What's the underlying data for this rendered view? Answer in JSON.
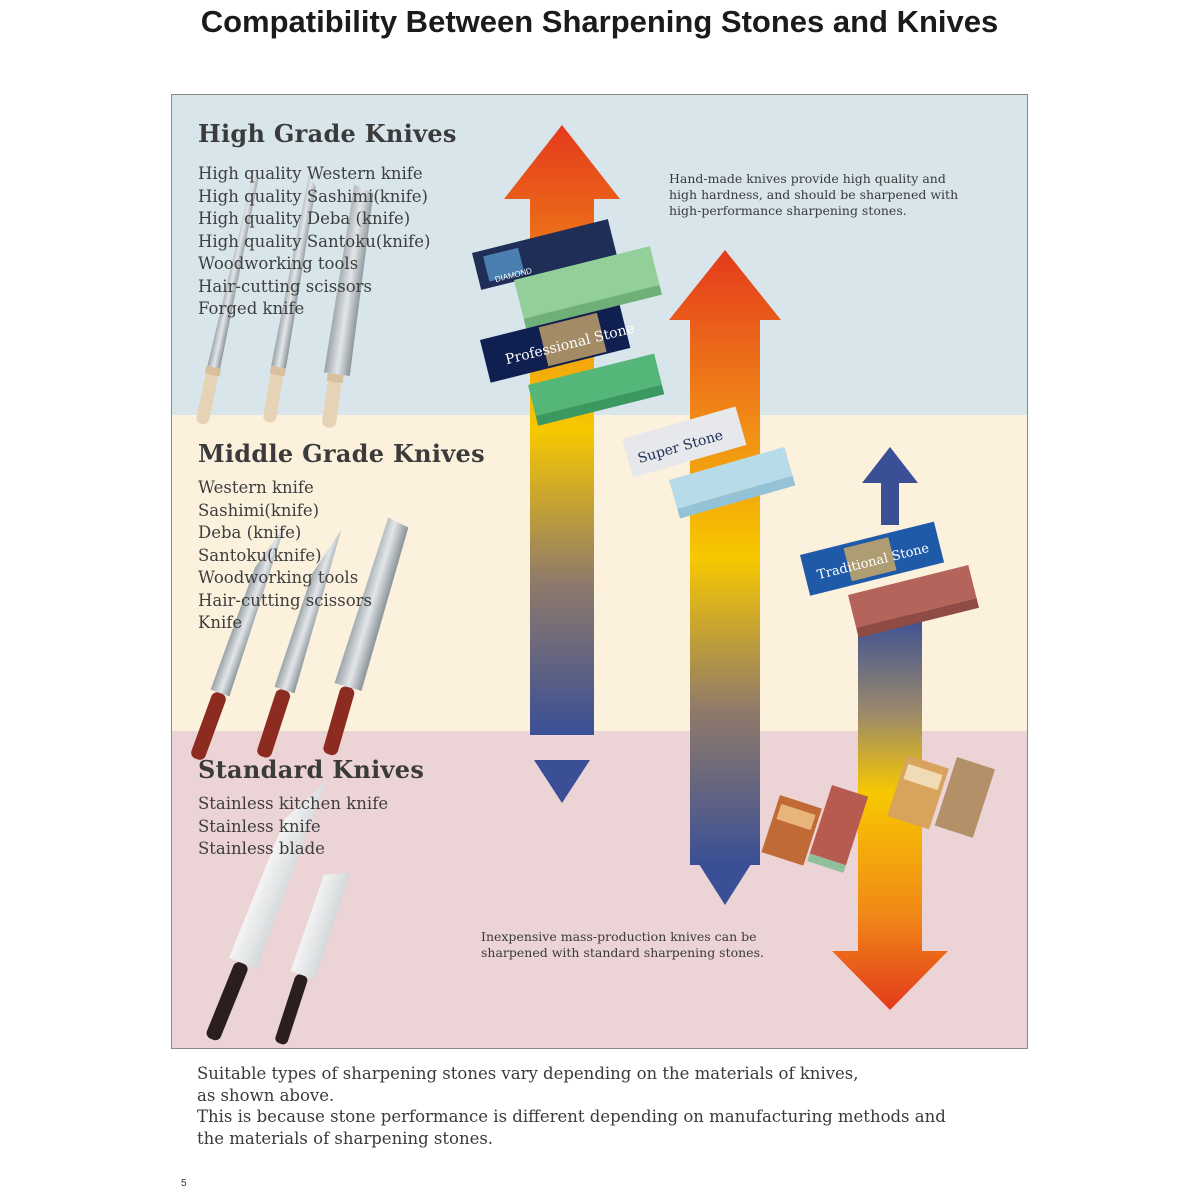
{
  "title": "Compatibility Between Sharpening Stones and Knives",
  "sections": {
    "high": {
      "heading": "High Grade Knives",
      "items": [
        "High quality Western knife",
        "High quality Sashimi(knife)",
        "High quality Deba (knife)",
        "High quality Santoku(knife)",
        "Woodworking tools",
        "Hair-cutting scissors",
        "Forged knife"
      ],
      "note": [
        "Hand-made knives provide high quality and",
        "high hardness, and should be sharpened with",
        "high-performance sharpening stones."
      ]
    },
    "middle": {
      "heading": "Middle Grade Knives",
      "items": [
        "Western knife",
        "Sashimi(knife)",
        "Deba (knife)",
        "Santoku(knife)",
        "Woodworking tools",
        "Hair-cutting scissors",
        "Knife"
      ]
    },
    "standard": {
      "heading": "Standard Knives",
      "items": [
        "Stainless kitchen knife",
        "Stainless knife",
        "Stainless blade"
      ],
      "note": [
        "Inexpensive mass-production knives can be",
        "sharpened with standard sharpening stones."
      ]
    }
  },
  "stone_labels": {
    "diamond": "DIAMOND",
    "professional": "Professional Stone",
    "super": "Super Stone",
    "traditional": "Traditional Stone"
  },
  "footer": {
    "line1": "Suitable types of sharpening stones vary depending on the materials of knives,",
    "line2": "as shown above.",
    "line3": "This is because stone performance is different depending on manufacturing methods and",
    "line4": "the materials of sharpening stones."
  },
  "page_number": "5",
  "colors": {
    "high_band": "#d8e6ec",
    "middle_band": "#fbf1dd",
    "standard_band": "#ecd4d6",
    "arrow_hot": "#e8401f",
    "arrow_warm": "#f7c400",
    "arrow_cool": "#3d4f8f"
  }
}
